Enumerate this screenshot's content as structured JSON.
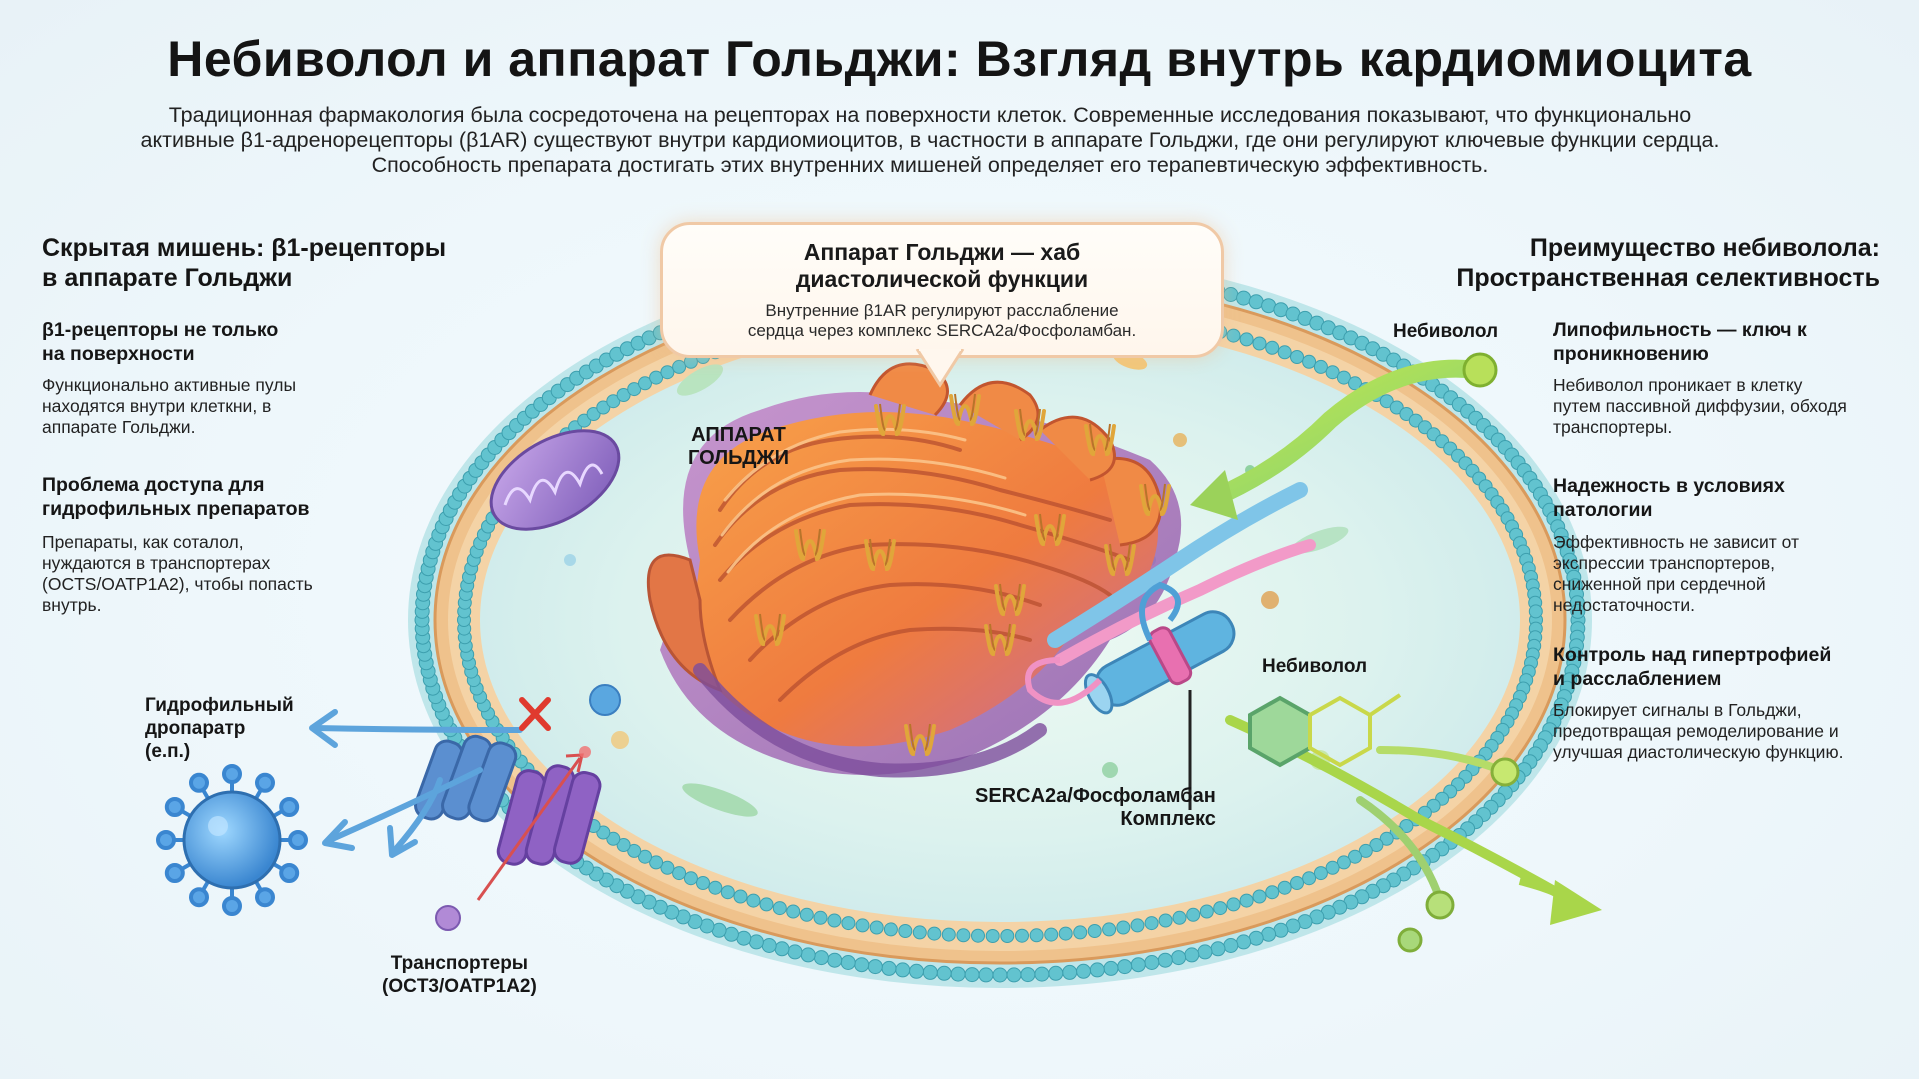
{
  "title": "Небиволол и аппарат Гольджи: Взгляд внутрь кардиомиоцита",
  "intro": [
    "Традиционная фармакология была сосредоточена на рецепторах на поверхности клеток. Современные исследования показывают, что функционально",
    "активные β1-адренорецепторы (β1AR) существуют внутри кардиомиоцитов, в частности в аппарате Гольджи, где они регулируют ключевые функции сердца.",
    "Способность препарата достигать этих внутренних мишеней определяет его терапевтическую эффективность."
  ],
  "left": {
    "heading": [
      "Скрытая мишень: β1-рецепторы",
      "в аппарате Гольджи"
    ],
    "sections": [
      {
        "title": [
          "β1-рецепторы не только",
          "на поверхности"
        ],
        "text": [
          "Функционально активные пулы",
          "находятся внутри клеткни, в",
          "аппарате Гольджи."
        ]
      },
      {
        "title": [
          "Проблема доступа для",
          "гидрофильных препаратов"
        ],
        "text": [
          "Препараты, как соталол,",
          "нуждаются в транспортерах",
          "(OCTS/OATP1A2), чтобы попасть",
          "внутрь."
        ]
      }
    ]
  },
  "right": {
    "heading": [
      "Преимущество небиволола:",
      "Пространственная селективность"
    ],
    "sections": [
      {
        "title": [
          "Липофильность — ключ к",
          "проникновению"
        ],
        "text": [
          "Небиволол проникает в клетку",
          "путем пассивной диффузии, обходя",
          "транспортеры."
        ]
      },
      {
        "title": [
          "Надежность в условиях",
          "патологии"
        ],
        "text": [
          "Эффективность не зависит от",
          "экспрессии транспортеров,",
          "сниженной при сердечной",
          "недостаточности."
        ]
      },
      {
        "title": [
          "Контроль над гипертрофией",
          "и расслаблением"
        ],
        "text": [
          "Блокирует сигналы в Гольджи,",
          "предотвращая ремоделирование и",
          "улучшая диастолическую функцию."
        ]
      }
    ]
  },
  "callout": {
    "title": [
      "Аппарат Гольджи — хаб",
      "диастолической функции"
    ],
    "text": [
      "Внутренние β1AR регулируют расслабление",
      "сердца через комплекс SERCA2a/Фосфоламбан."
    ]
  },
  "labels": {
    "golgi": [
      "АППАРАТ",
      "ГОЛЬДЖИ"
    ],
    "nebivolol_top": "Небиволол",
    "nebivolol_mid": "Небиволол",
    "serca": [
      "SERCA2a/Фосфоламбан",
      "Комплекс"
    ],
    "hydrophilic": [
      "Гидрофильный",
      "дропаратр",
      "(е.п.)"
    ],
    "transporters": [
      "Транспортеры",
      "(OCT3/OATP1A2)"
    ]
  },
  "colors": {
    "membrane_bead": "#62c3cf",
    "membrane_core": "#e8b47a",
    "cytoplasm": "#dff4f0",
    "golgi_orange": "#f3883f",
    "golgi_purple": "#9a5bb8",
    "nebivolol_green": "#a6d64a",
    "hydrophilic_blue": "#4f9fd8",
    "block_red": "#e03a2e"
  },
  "icons": [
    "virus-icon",
    "x-block-icon",
    "receptor-icon",
    "mitochondrion-icon",
    "arrow-icon"
  ]
}
